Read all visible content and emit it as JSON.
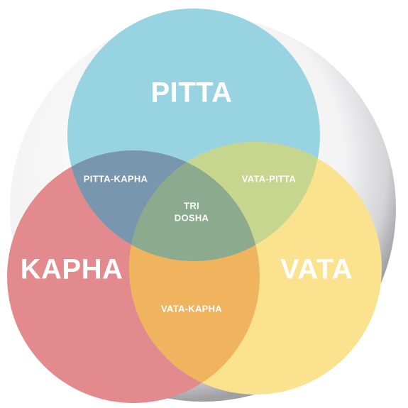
{
  "sets": {
    "pitta": "PITTA",
    "kapha": "KAPHA",
    "vata": "VATA"
  },
  "overlaps": {
    "pitta_kapha": "PITTA-KAPHA",
    "vata_pitta": "VATA-PITTA",
    "vata_kapha": "VATA-KAPHA",
    "center_line1": "TRI",
    "center_line2": "DOSHA"
  },
  "colors": {
    "pitta": "#98d3e2",
    "kapha": "#e38a8e",
    "vata": "#fbe28f",
    "pitta_kapha": "#7896ae",
    "vata_pitta": "#c6d68e",
    "vata_kapha": "#f0b45e",
    "tri_dosha": "#8baa8e"
  }
}
